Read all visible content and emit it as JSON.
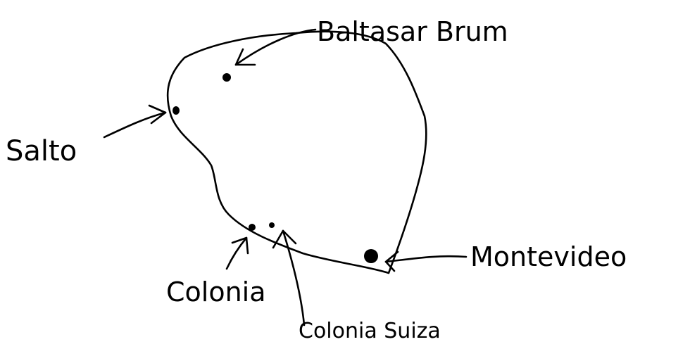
{
  "map": {
    "places": [
      {
        "id": "baltasar-brum",
        "label": "Baltasar Brum"
      },
      {
        "id": "salto",
        "label": "Salto"
      },
      {
        "id": "colonia",
        "label": "Colonia"
      },
      {
        "id": "colonia-suiza",
        "label": "Colonia Suiza"
      },
      {
        "id": "montevideo",
        "label": "Montevideo"
      }
    ],
    "ink_color": "#000000",
    "background_color": "#ffffff"
  }
}
